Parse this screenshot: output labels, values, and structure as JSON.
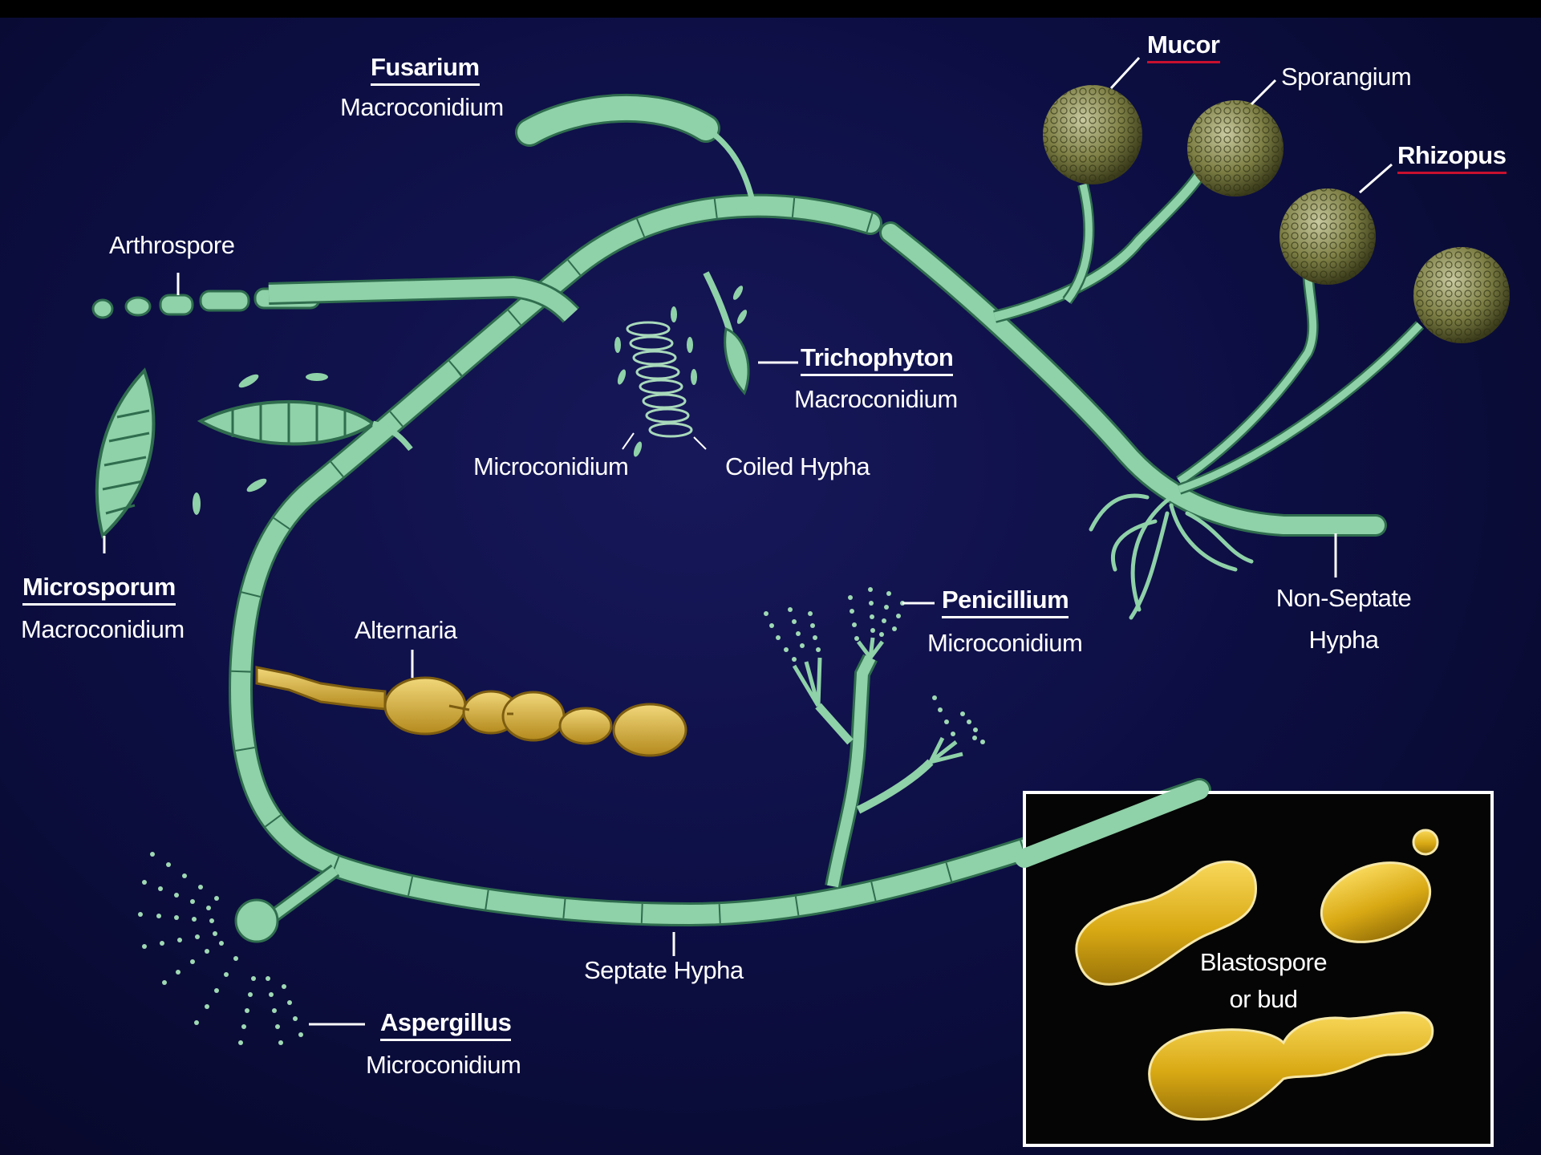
{
  "labels": {
    "fusarium": "Fusarium",
    "fusarium_sub": "Macroconidium",
    "arthrospore": "Arthrospore",
    "microsporum": "Microsporum",
    "microsporum_sub": "Macroconidium",
    "microconidium": "Microconidium",
    "coiled_hypha": "Coiled Hypha",
    "trichophyton": "Trichophyton",
    "trichophyton_sub": "Macroconidium",
    "mucor": "Mucor",
    "sporangium": "Sporangium",
    "rhizopus": "Rhizopus",
    "non_septate_1": "Non-Septate",
    "non_septate_2": "Hypha",
    "alternaria": "Alternaria",
    "penicillium": "Penicillium",
    "penicillium_sub": "Microconidium",
    "septate_hypha": "Septate Hypha",
    "aspergillus": "Aspergillus",
    "aspergillus_sub": "Microconidium",
    "blastospore_1": "Blastospore",
    "blastospore_2": "or bud"
  },
  "colors": {
    "hypha": "#8fd1a8",
    "hypha_edge": "#2f6d4e",
    "alternaria": "#d9b233",
    "sporangium": "#8d8f52",
    "yeast": "#e0b519",
    "background": "#0d0f45",
    "red_underline": "#c8102e"
  }
}
